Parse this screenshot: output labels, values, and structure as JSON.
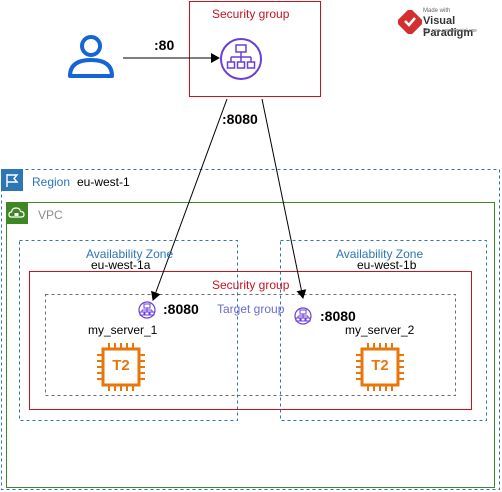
{
  "diagram": {
    "security_group_top": {
      "label": "Security group"
    },
    "user_to_lb_port": ":80",
    "lb_to_targets_port": ":8080",
    "region": {
      "label": "Region",
      "value": "eu-west-1"
    },
    "vpc": {
      "label": "VPC"
    },
    "az_a": {
      "label": "Availability Zone",
      "name": "eu-west-1a"
    },
    "az_b": {
      "label": "Availability Zone",
      "name": "eu-west-1b"
    },
    "security_group_inner": {
      "label": "Security group"
    },
    "target_group": {
      "label": "Target group"
    },
    "server_1": {
      "name": "my_server_1",
      "port": ":8080",
      "chip": "T2"
    },
    "server_2": {
      "name": "my_server_2",
      "port": ":8080",
      "chip": "T2"
    },
    "watermark": {
      "small": "Made with",
      "brand": "Visual Paradigm",
      "note": "For non-commercial use"
    },
    "colors": {
      "security_group": "#c7131f",
      "region": "#2c76b8",
      "vpc": "#3f8624",
      "load_balancer": "#6b3fd6",
      "ec2": "#e8760b",
      "user": "#1565d8"
    },
    "icons": [
      "user-icon",
      "load-balancer-icon",
      "flag-icon",
      "cloud-lock-icon",
      "target-icon",
      "ec2-chip-icon"
    ]
  }
}
